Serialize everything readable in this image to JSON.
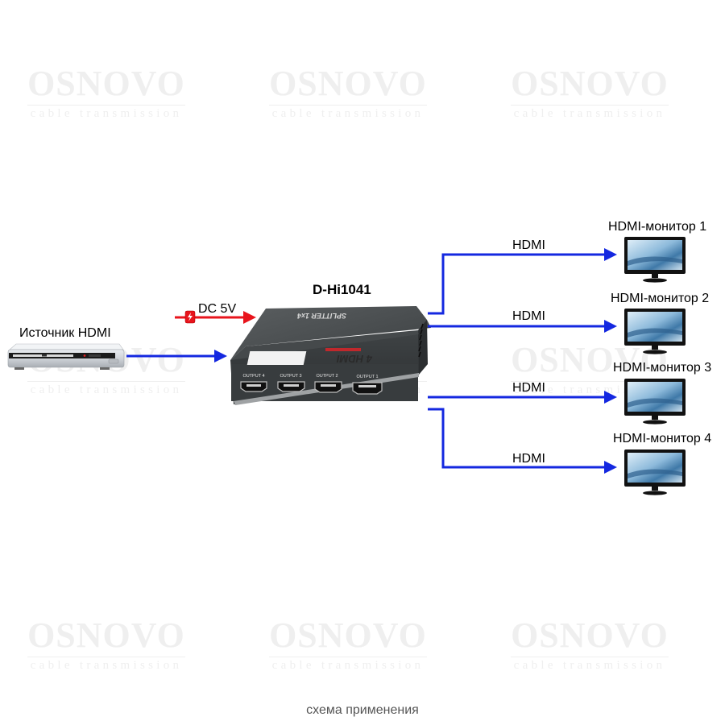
{
  "watermark": {
    "brand": "OSNOVO",
    "tagline": "cable transmission"
  },
  "source": {
    "label": "Источник HDMI",
    "device_icon": "dvd-player-icon"
  },
  "power": {
    "label": "DC 5V",
    "icon": "power-plug-icon",
    "color": "#e8141c"
  },
  "splitter": {
    "model": "D-Hi1041",
    "top_print": "SPLITTER 1x4",
    "logo": "4 HDMI",
    "ports": [
      "OUTPUT 4",
      "OUTPUT 3",
      "OUTPUT 2",
      "OUTPUT 1"
    ]
  },
  "outputs": [
    {
      "cable_label": "HDMI",
      "monitor_label": "HDMI-монитор 1"
    },
    {
      "cable_label": "HDMI",
      "monitor_label": "HDMI-монитор 2"
    },
    {
      "cable_label": "HDMI",
      "monitor_label": "HDMI-монитор 3"
    },
    {
      "cable_label": "HDMI",
      "monitor_label": "HDMI-монитор 4"
    }
  ],
  "colors": {
    "signal_line": "#1428e0",
    "power_line": "#e8141c"
  },
  "caption": "схема применения"
}
